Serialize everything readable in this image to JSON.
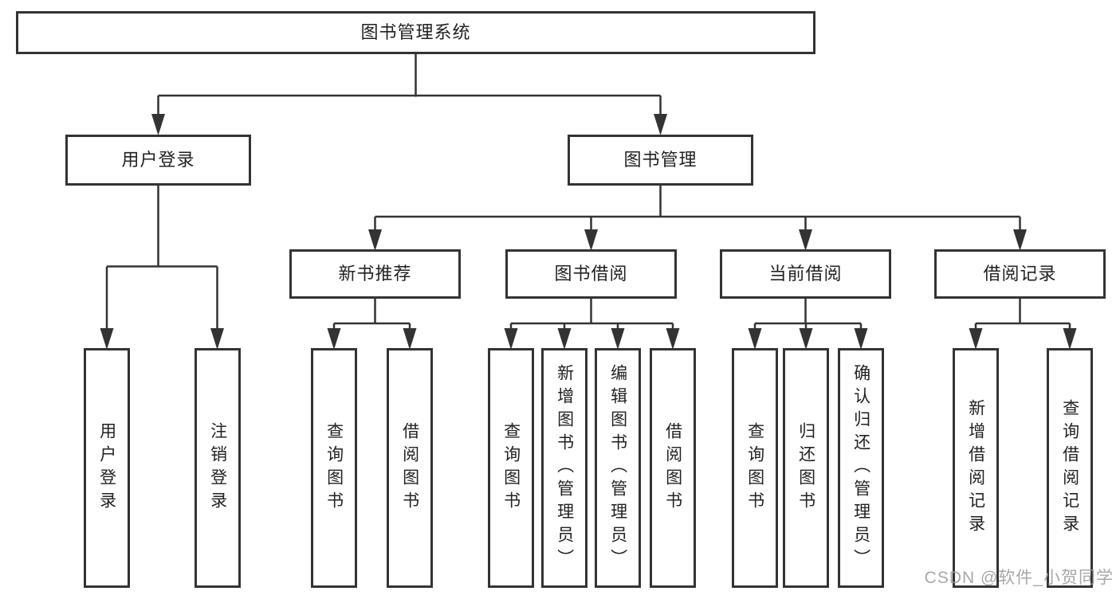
{
  "tree": {
    "label": "图书管理系统",
    "children": [
      {
        "label": "用户登录",
        "children": [
          {
            "label": "用户登录"
          },
          {
            "label": "注销登录"
          }
        ]
      },
      {
        "label": "图书管理",
        "children": [
          {
            "label": "新书推荐",
            "children": [
              {
                "label": "查询图书"
              },
              {
                "label": "借阅图书"
              }
            ]
          },
          {
            "label": "图书借阅",
            "children": [
              {
                "label": "查询图书"
              },
              {
                "label": "新增图书（管理员）"
              },
              {
                "label": "编辑图书（管理员）"
              },
              {
                "label": "借阅图书"
              }
            ]
          },
          {
            "label": "当前借阅",
            "children": [
              {
                "label": "查询图书"
              },
              {
                "label": "归还图书"
              },
              {
                "label": "确认归还（管理员）"
              }
            ]
          },
          {
            "label": "借阅记录",
            "children": [
              {
                "label": "新增借阅记录"
              },
              {
                "label": "查询借阅记录"
              }
            ]
          }
        ]
      }
    ]
  },
  "watermark": "CSDN @软件_小贺同学",
  "colors": {
    "line": "#333333",
    "text": "#222222",
    "box_background": "#ffffff",
    "watermark": "#9e9e9e"
  }
}
